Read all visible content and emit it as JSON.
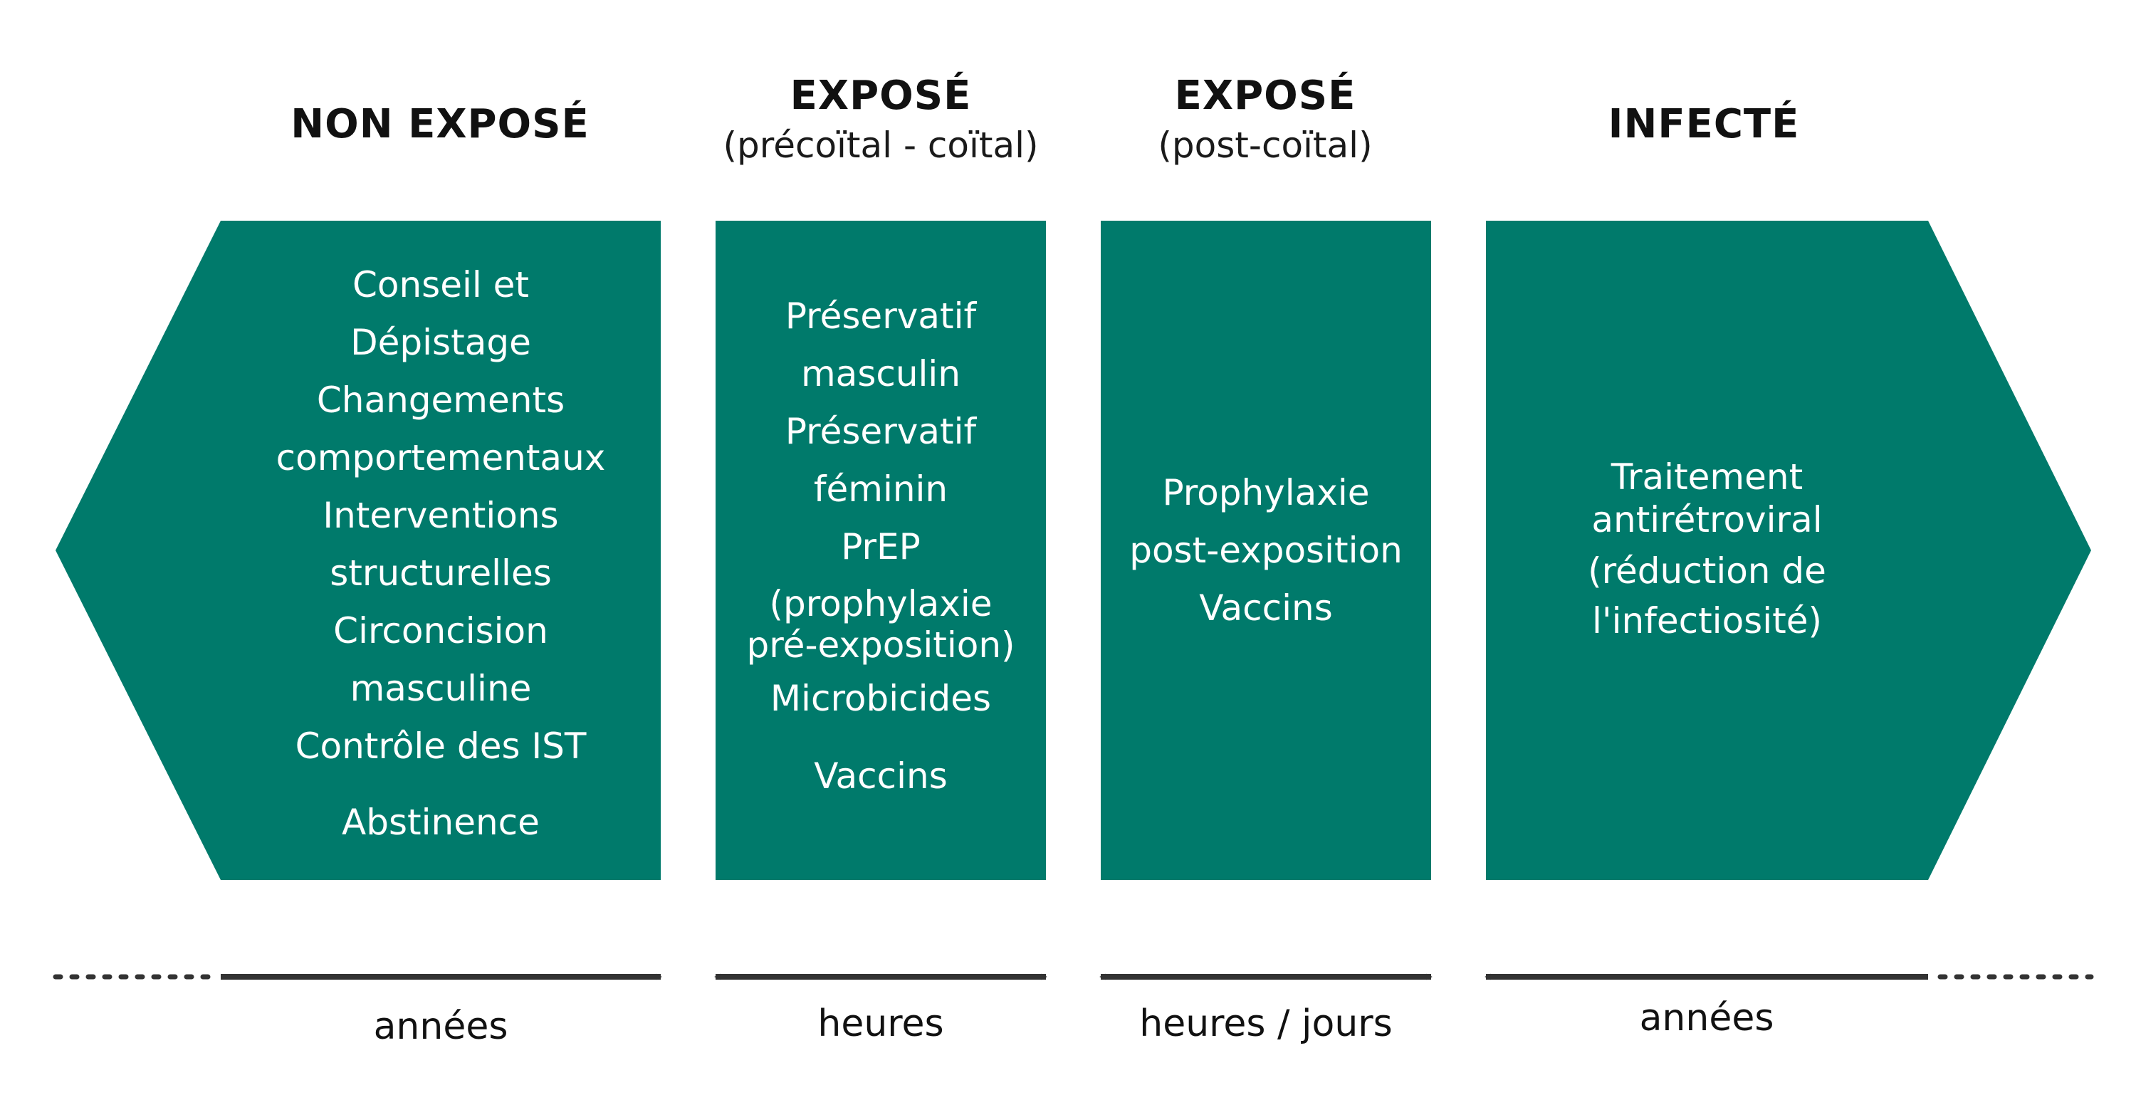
{
  "colors": {
    "box": "#007A6B",
    "arrow": "#333333",
    "text_on_box": "#ffffff"
  },
  "columns": [
    {
      "title": "NON EXPOSÉ",
      "subtitle": "",
      "items": [
        "Conseil et",
        "Dépistage",
        "Changements",
        "comportementaux",
        "Interventions",
        "structurelles",
        "Circoncision",
        "masculine",
        "Contrôle des IST",
        "Abstinence"
      ],
      "timescale": "années"
    },
    {
      "title": "EXPOSÉ",
      "subtitle": "(précoïtal - coïtal)",
      "items": [
        "Préservatif",
        "masculin",
        "Préservatif",
        "féminin",
        "PrEP",
        "(prophylaxie",
        "pré-exposition)",
        "Microbicides",
        "Vaccins"
      ],
      "timescale": "heures"
    },
    {
      "title": "EXPOSÉ",
      "subtitle": "(post-coïtal)",
      "items": [
        "Prophylaxie",
        "post-exposition",
        "Vaccins"
      ],
      "timescale": "heures / jours"
    },
    {
      "title": "INFECTÉ",
      "subtitle": "",
      "items": [
        "Traitement",
        "antirétroviral",
        "(réduction de",
        "l'infectiosité)"
      ],
      "timescale": "années"
    }
  ]
}
